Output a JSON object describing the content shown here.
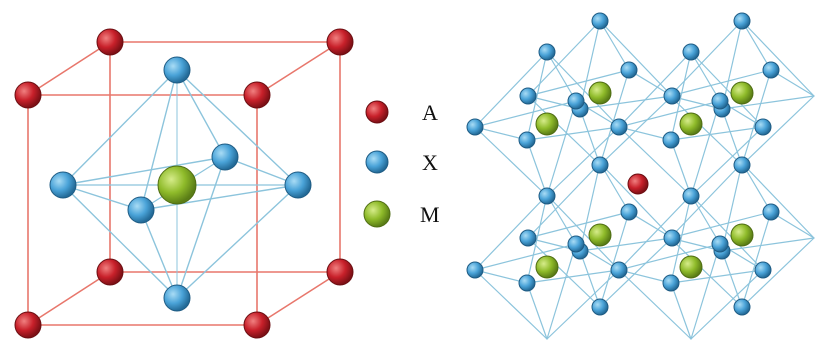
{
  "legend": {
    "items": [
      {
        "symbol": "A",
        "color": "#c8202a"
      },
      {
        "symbol": "X",
        "color": "#4aa3d8"
      },
      {
        "symbol": "M",
        "color": "#8fbb2a"
      }
    ]
  },
  "colors": {
    "cube_edge": "#e8776c",
    "bond": "#8cc4dc",
    "A_atom": "#c8202a",
    "X_atom": "#4aa3d8",
    "M_atom": "#8fbb2a"
  }
}
